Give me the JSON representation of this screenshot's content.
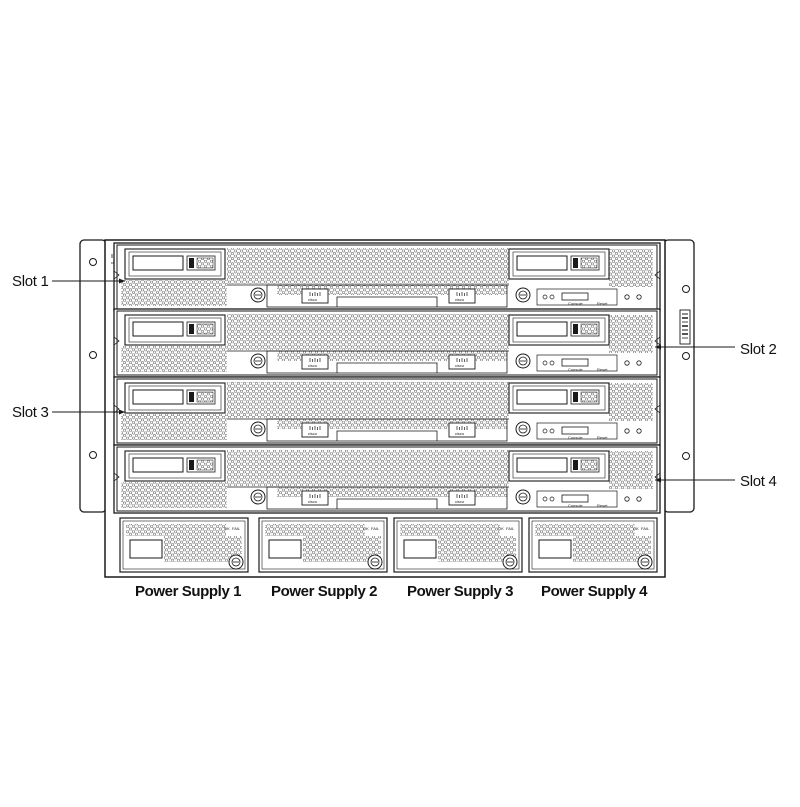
{
  "slots": [
    {
      "label": "Slot 1",
      "side": "left"
    },
    {
      "label": "Slot 2",
      "side": "right"
    },
    {
      "label": "Slot 3",
      "side": "left"
    },
    {
      "label": "Slot 4",
      "side": "right"
    }
  ],
  "power_supplies": [
    {
      "label": "Power Supply 1"
    },
    {
      "label": "Power Supply 2"
    },
    {
      "label": "Power Supply 3"
    },
    {
      "label": "Power Supply 4"
    }
  ],
  "blade_text": {
    "logo": "cisco",
    "console": "Console",
    "reset": "Reset"
  },
  "psu_text": {
    "ok": "OK",
    "fail": "FAIL"
  },
  "colors": {
    "line": "#1a1a1a",
    "panel": "#ffffff",
    "hex": "#bfbfbf"
  },
  "icons": {
    "logo": "cisco-logo-icon",
    "thumbscrew": "thumbscrew-icon",
    "handle": "ejector-handle-icon"
  }
}
